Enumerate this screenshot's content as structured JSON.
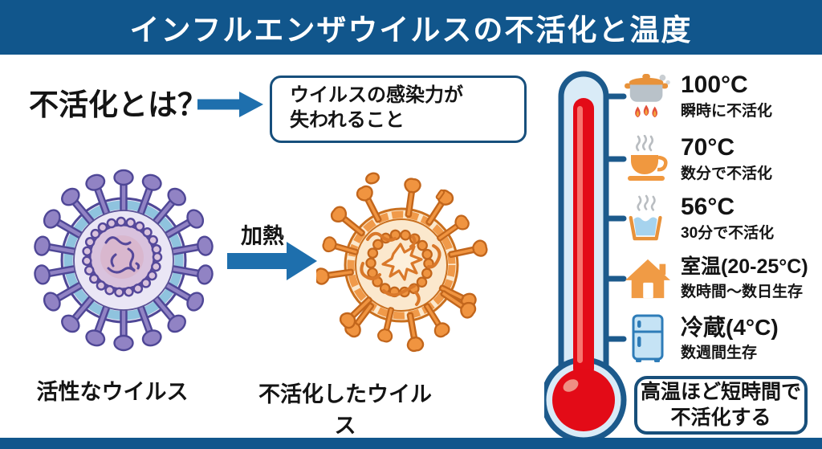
{
  "header": {
    "title": "インフルエンザウイルスの不活化と温度"
  },
  "definition": {
    "question": "不活化とは？",
    "answer_line1": "ウイルスの感染力が",
    "answer_line2": "失われること"
  },
  "process": {
    "heating_label": "加熱"
  },
  "viruses": {
    "active_label": "活性なウイルス",
    "inactivated_label": "不活化したウイルス"
  },
  "temperature_scale": {
    "items": [
      {
        "icon": "cooking-pot-icon",
        "temp": "100°C",
        "desc": "瞬時に不活化"
      },
      {
        "icon": "coffee-cup-icon",
        "temp": "70°C",
        "desc": "数分で不活化"
      },
      {
        "icon": "hot-water-icon",
        "temp": "56°C",
        "desc": "30分で不活化"
      },
      {
        "icon": "house-icon",
        "temp": "室温(20-25°C)",
        "desc": "数時間〜数日生存"
      },
      {
        "icon": "refrigerator-icon",
        "temp": "冷蔵(4°C)",
        "desc": "数週間生存"
      }
    ],
    "conclusion_line1": "高温ほど短時間で",
    "conclusion_line2": "不活化する"
  },
  "colors": {
    "header_bg": "#11568c",
    "outline_blue": "#1c5a8c",
    "arrow_blue": "#1e6fad",
    "mercury_red": "#e30b17",
    "active_virus_purple": "#9183c4",
    "inactivated_virus_orange": "#f09440"
  }
}
